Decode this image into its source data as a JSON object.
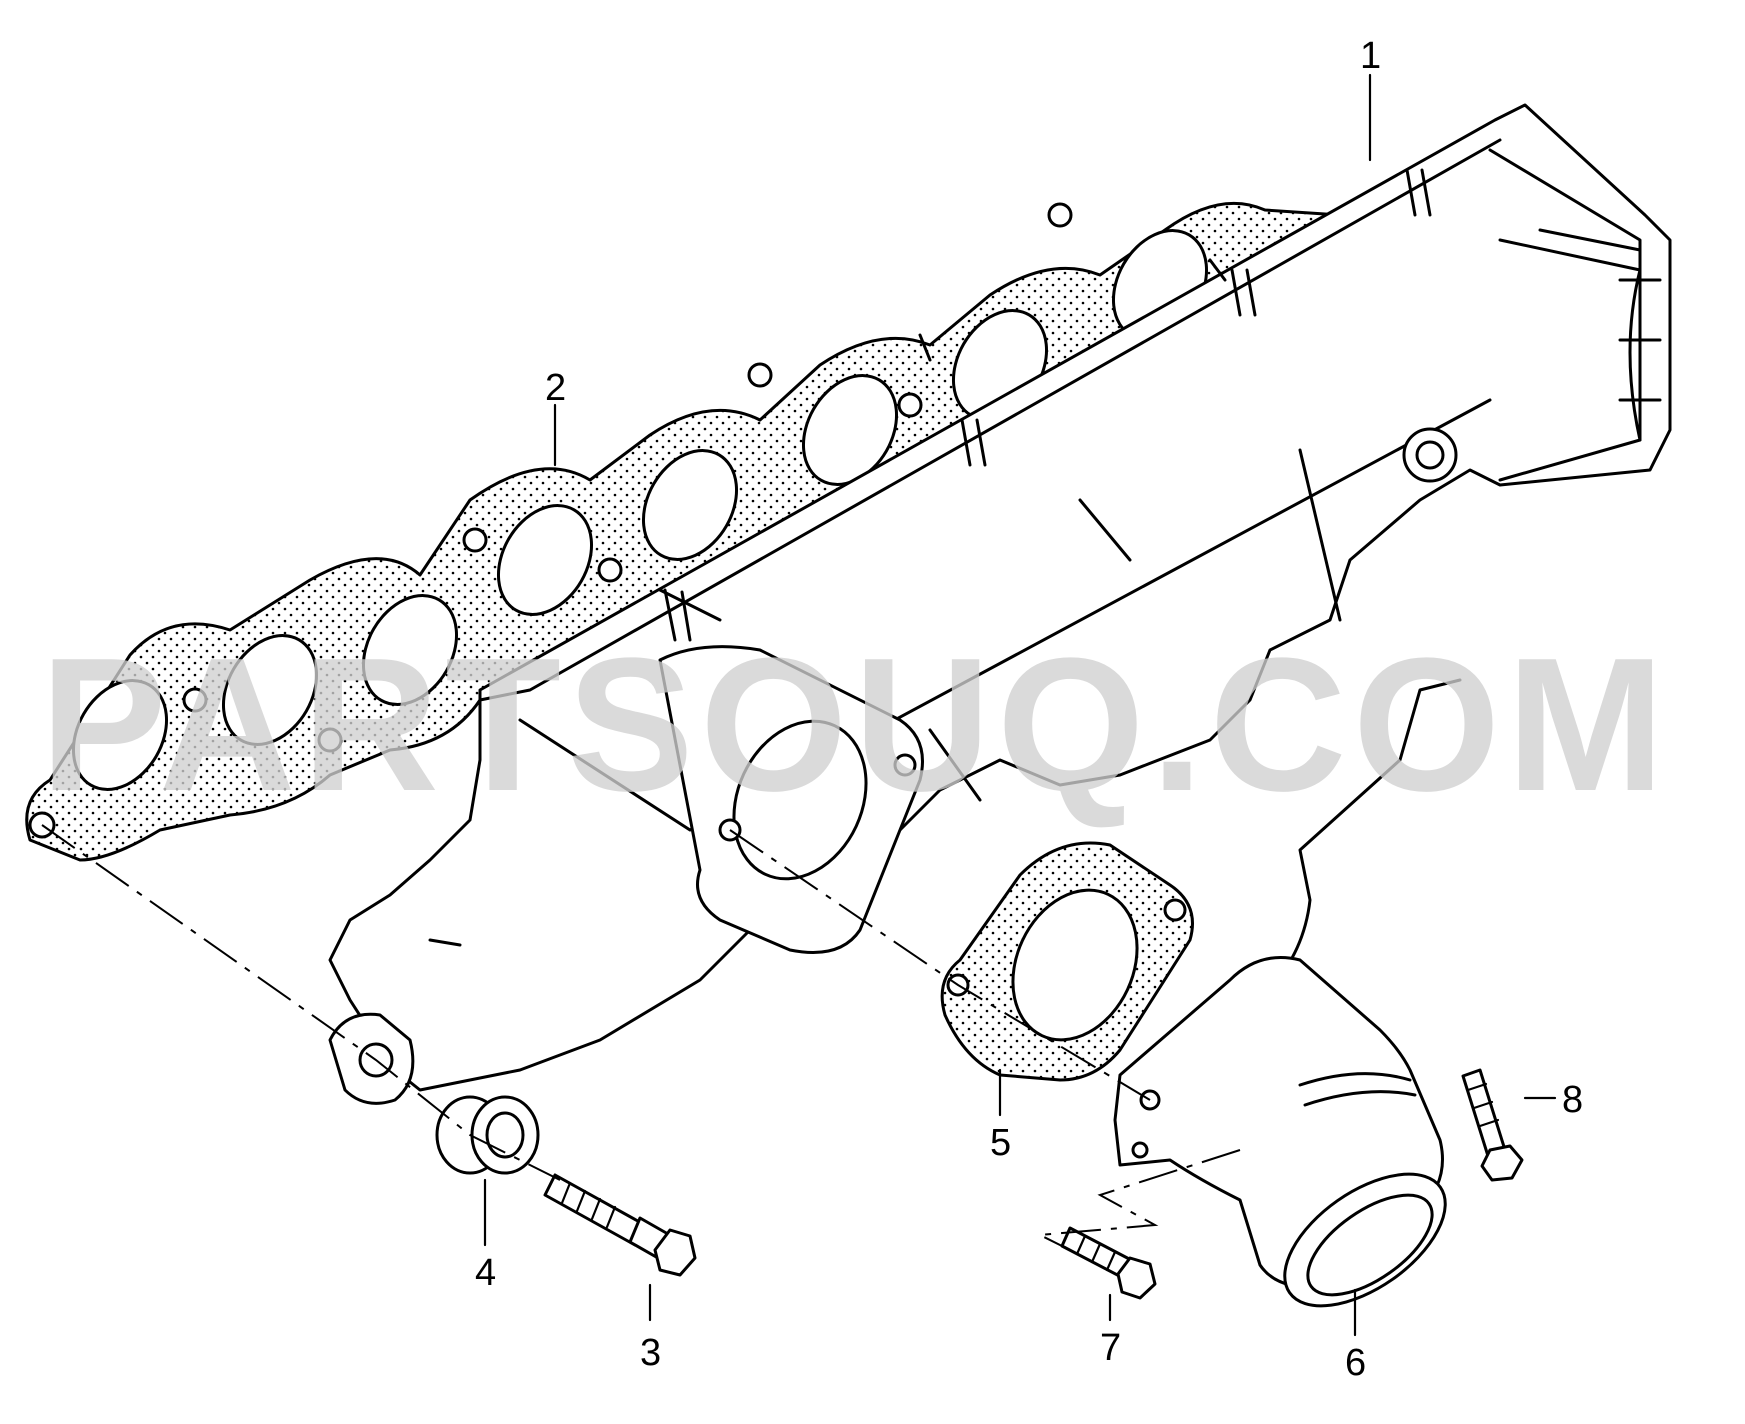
{
  "watermark": "PARTSOUQ.COM",
  "callouts": [
    {
      "id": "1",
      "text": "1"
    },
    {
      "id": "2",
      "text": "2"
    },
    {
      "id": "3",
      "text": "3"
    },
    {
      "id": "4",
      "text": "4"
    },
    {
      "id": "5",
      "text": "5"
    },
    {
      "id": "6",
      "text": "6"
    },
    {
      "id": "7",
      "text": "7"
    },
    {
      "id": "8",
      "text": "8"
    }
  ],
  "colors": {
    "line": "#000000",
    "background": "#ffffff",
    "watermark": "#cfcfcf"
  }
}
